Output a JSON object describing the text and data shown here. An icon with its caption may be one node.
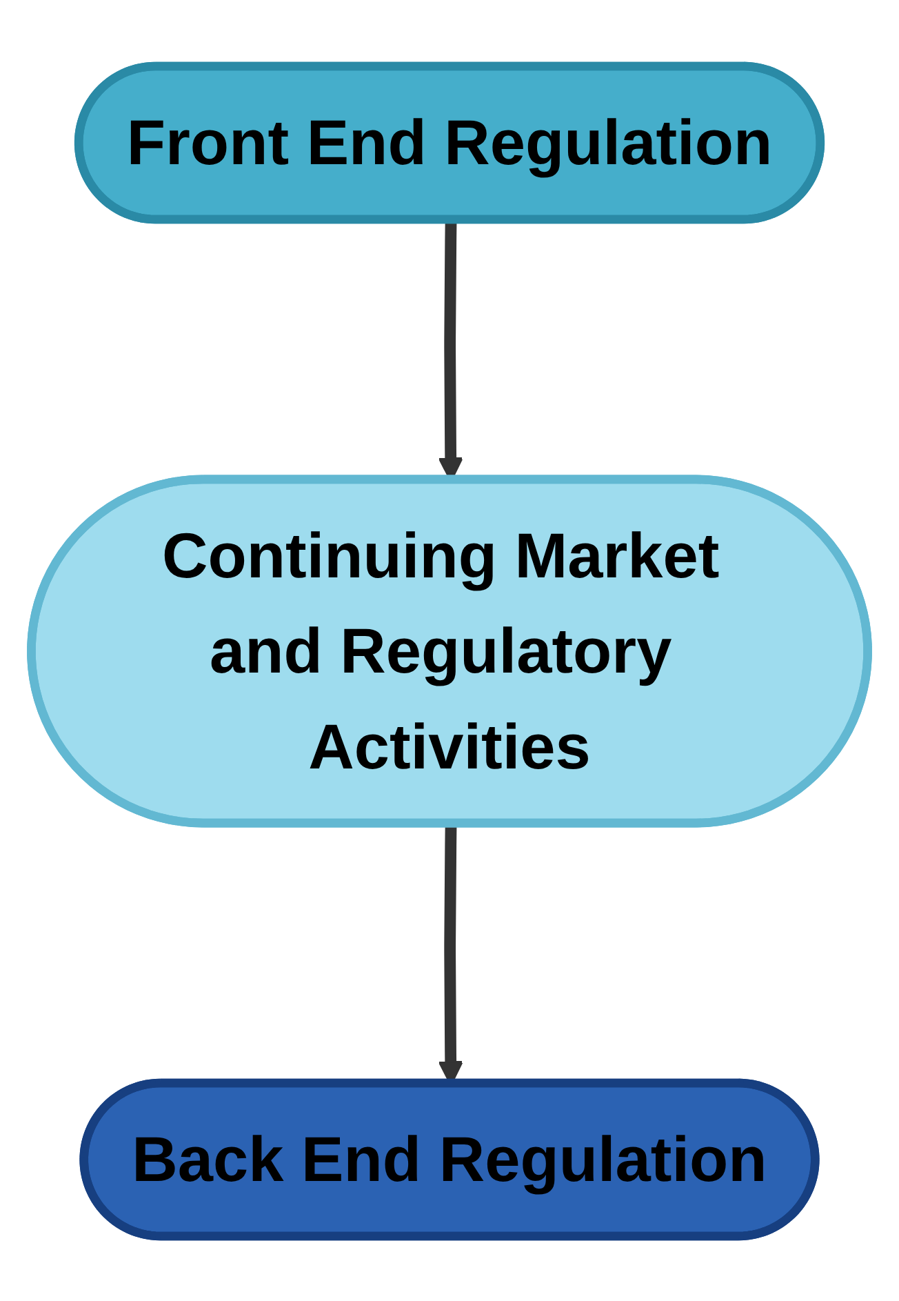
{
  "diagram": {
    "nodes": [
      {
        "text": [
          "Front End Regulation"
        ]
      },
      {
        "text": [
          "Continuing Market and Regulatory Activities"
        ]
      },
      {
        "text": [
          "Back End Regulation"
        ]
      }
    ],
    "edges": [
      {
        "from": 0,
        "to": 1,
        "arrow": "to"
      },
      {
        "from": 1,
        "to": 2,
        "arrow": "to"
      }
    ]
  }
}
